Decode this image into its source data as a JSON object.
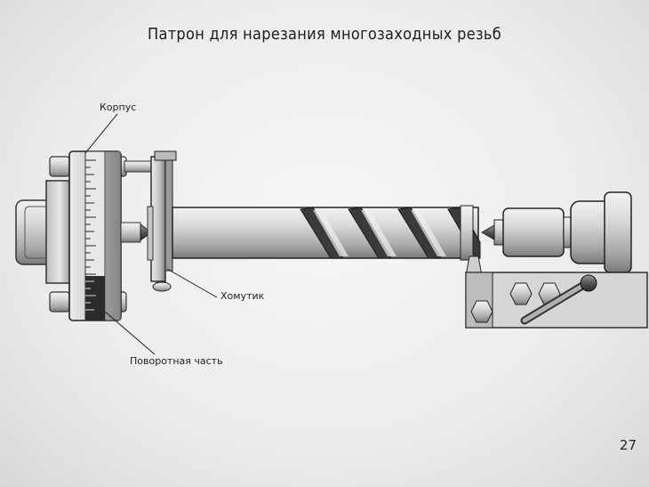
{
  "title": "Патрон для нарезания многозаходных резьб",
  "labels": {
    "body": "Корпус",
    "clamp": "Хомутик",
    "rotating_part": "Поворотная часть"
  },
  "page_number": "27"
}
